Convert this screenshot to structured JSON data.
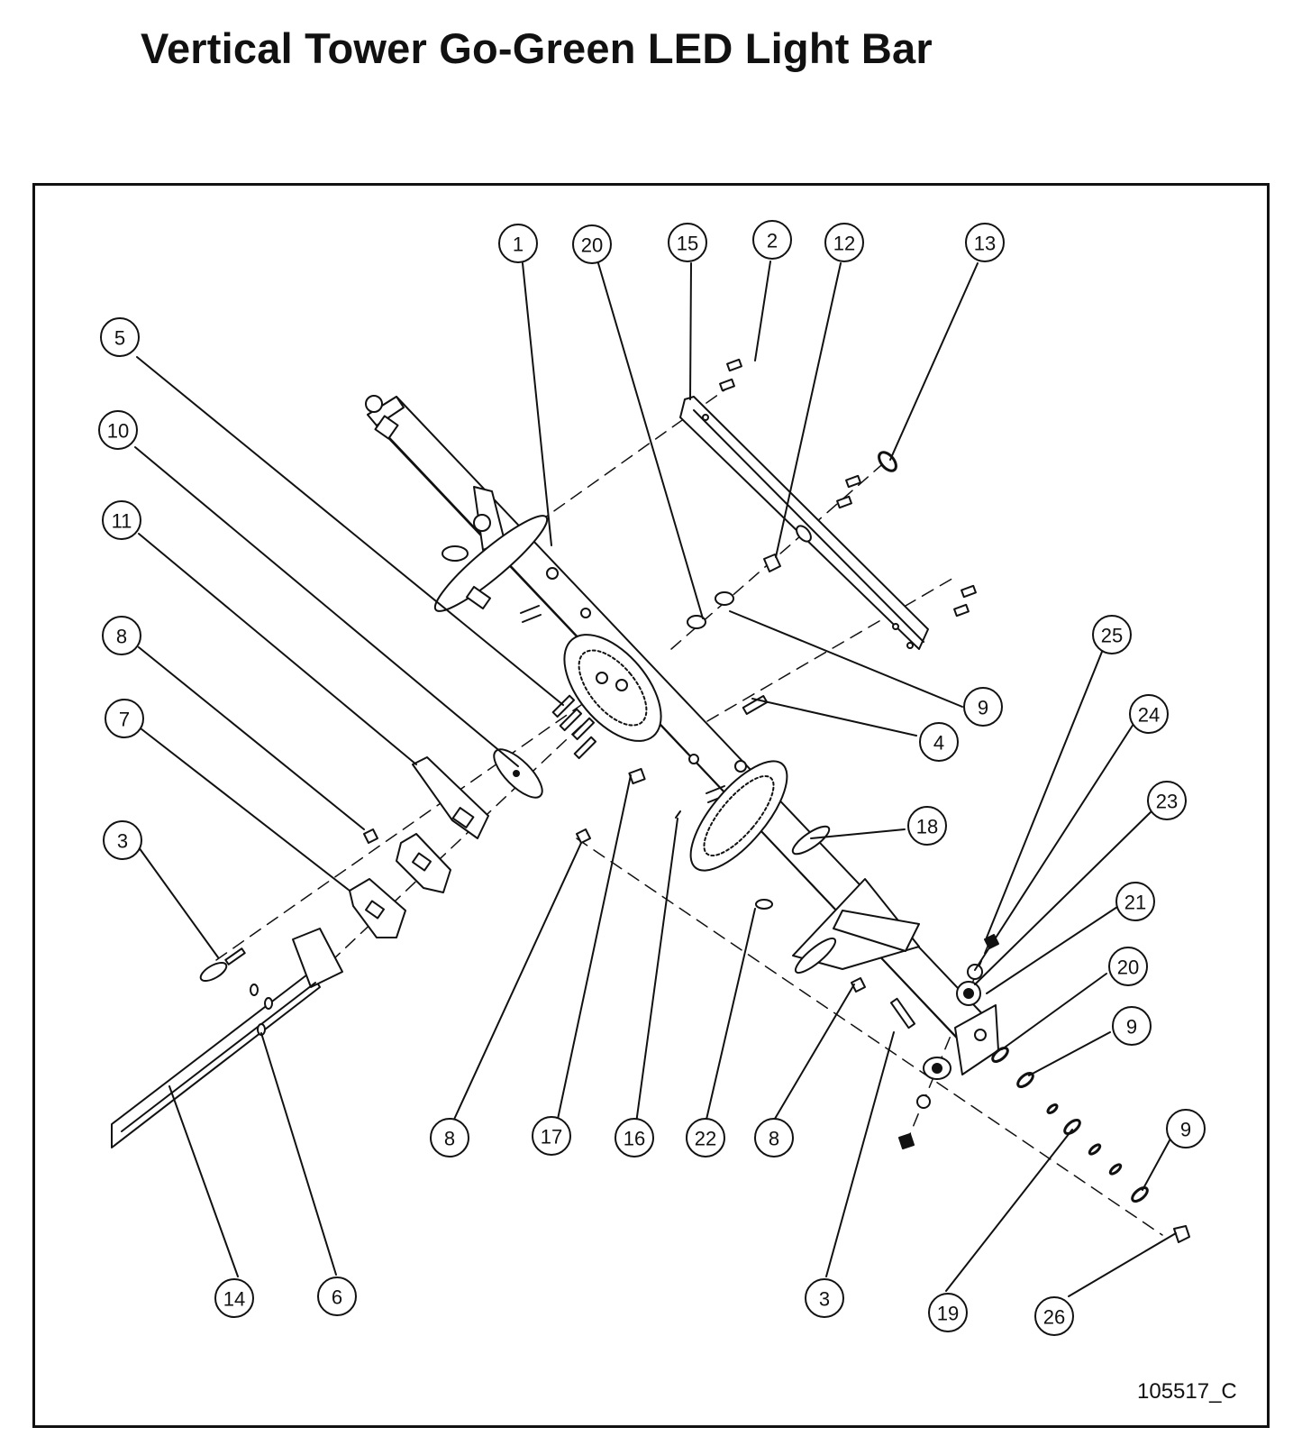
{
  "title": "Vertical Tower Go-Green LED Light Bar",
  "document_number": "105517_C",
  "callouts": [
    {
      "label": "1",
      "part": "tower"
    },
    {
      "label": "20",
      "part": "washer-upper"
    },
    {
      "label": "15",
      "part": "mount-bar"
    },
    {
      "label": "2",
      "part": "screws-top"
    },
    {
      "label": "12",
      "part": "nut-mid"
    },
    {
      "label": "13",
      "part": "ring-top"
    },
    {
      "label": "5",
      "part": "screws-rotator"
    },
    {
      "label": "10",
      "part": "lens-disc"
    },
    {
      "label": "11",
      "part": "bracket-small"
    },
    {
      "label": "8",
      "part": "nut-left"
    },
    {
      "label": "7",
      "part": "plate-a"
    },
    {
      "label": "3",
      "part": "eye-bolt-left"
    },
    {
      "label": "9",
      "part": "washer-mid"
    },
    {
      "label": "4",
      "part": "bolt-mid"
    },
    {
      "label": "25",
      "part": "cap-nut"
    },
    {
      "label": "24",
      "part": "washer-small"
    },
    {
      "label": "23",
      "part": "washer-med"
    },
    {
      "label": "21",
      "part": "pulley"
    },
    {
      "label": "20",
      "part": "washer-lower"
    },
    {
      "label": "9",
      "part": "washer-lower-a"
    },
    {
      "label": "9",
      "part": "washer-lower-b"
    },
    {
      "label": "18",
      "part": "ring-lower"
    },
    {
      "label": "8",
      "part": "nut-center"
    },
    {
      "label": "17",
      "part": "set-screw"
    },
    {
      "label": "16",
      "part": "pin"
    },
    {
      "label": "22",
      "part": "spacer"
    },
    {
      "label": "8",
      "part": "nut-right"
    },
    {
      "label": "14",
      "part": "light-bar"
    },
    {
      "label": "6",
      "part": "set-screws-base"
    },
    {
      "label": "3",
      "part": "eye-bolt-right"
    },
    {
      "label": "19",
      "part": "spacers-stack"
    },
    {
      "label": "26",
      "part": "end-nut"
    }
  ]
}
